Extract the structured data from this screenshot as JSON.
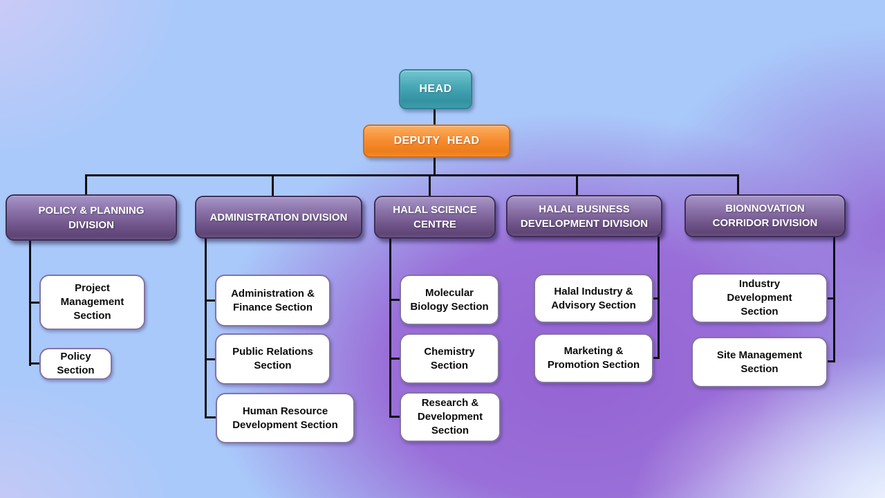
{
  "chart": {
    "type": "org-chart",
    "head": {
      "label": "HEAD"
    },
    "deputy": {
      "label": "DEPUTY HEAD"
    },
    "divisions": [
      {
        "label": "POLICY & PLANNING DIVISION",
        "sections": [
          "Project Management Section",
          "Policy Section"
        ]
      },
      {
        "label": "ADMINISTRATION DIVISION",
        "sections": [
          "Administration & Finance Section",
          "Public Relations Section",
          "Human Resource Development Section"
        ]
      },
      {
        "label": "HALAL SCIENCE CENTRE",
        "sections": [
          "Molecular Biology Section",
          "Chemistry Section",
          "Research & Development Section"
        ]
      },
      {
        "label": "HALAL BUSINESS DEVELOPMENT DIVISION",
        "sections": [
          "Halal Industry & Advisory Section",
          "Marketing & Promotion Section"
        ]
      },
      {
        "label": "BIONNOVATION CORRIDOR DIVISION",
        "sections": [
          "Industry Development Section",
          "Site Management Section"
        ]
      }
    ],
    "colors": {
      "head_box": "#47a6b4",
      "deputy_box": "#f78d33",
      "division_box": "#7b5f96",
      "section_box": "#ffffff",
      "section_border": "#8374a0",
      "connector_line": "#0e0e0e",
      "background_blue": "#a9c9fa",
      "background_purple": "#9463d3"
    }
  }
}
